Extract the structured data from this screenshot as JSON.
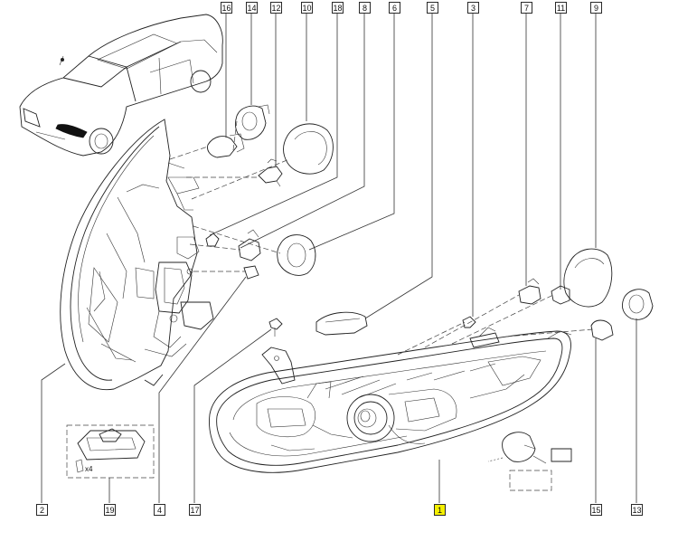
{
  "callouts": {
    "c16": "16",
    "c14": "14",
    "c12": "12",
    "c10": "10",
    "c18": "18",
    "c8": "8",
    "c6": "6",
    "c5": "5",
    "c3": "3",
    "c7": "7",
    "c11": "11",
    "c9": "9",
    "c2": "2",
    "c19": "19",
    "c4": "4",
    "c17": "17",
    "c1": "1",
    "c15": "15",
    "c13": "13"
  },
  "notes": {
    "screw_qty": "x4"
  },
  "colors": {
    "highlight": "#f5f000",
    "line": "#222222",
    "background": "#ffffff"
  }
}
